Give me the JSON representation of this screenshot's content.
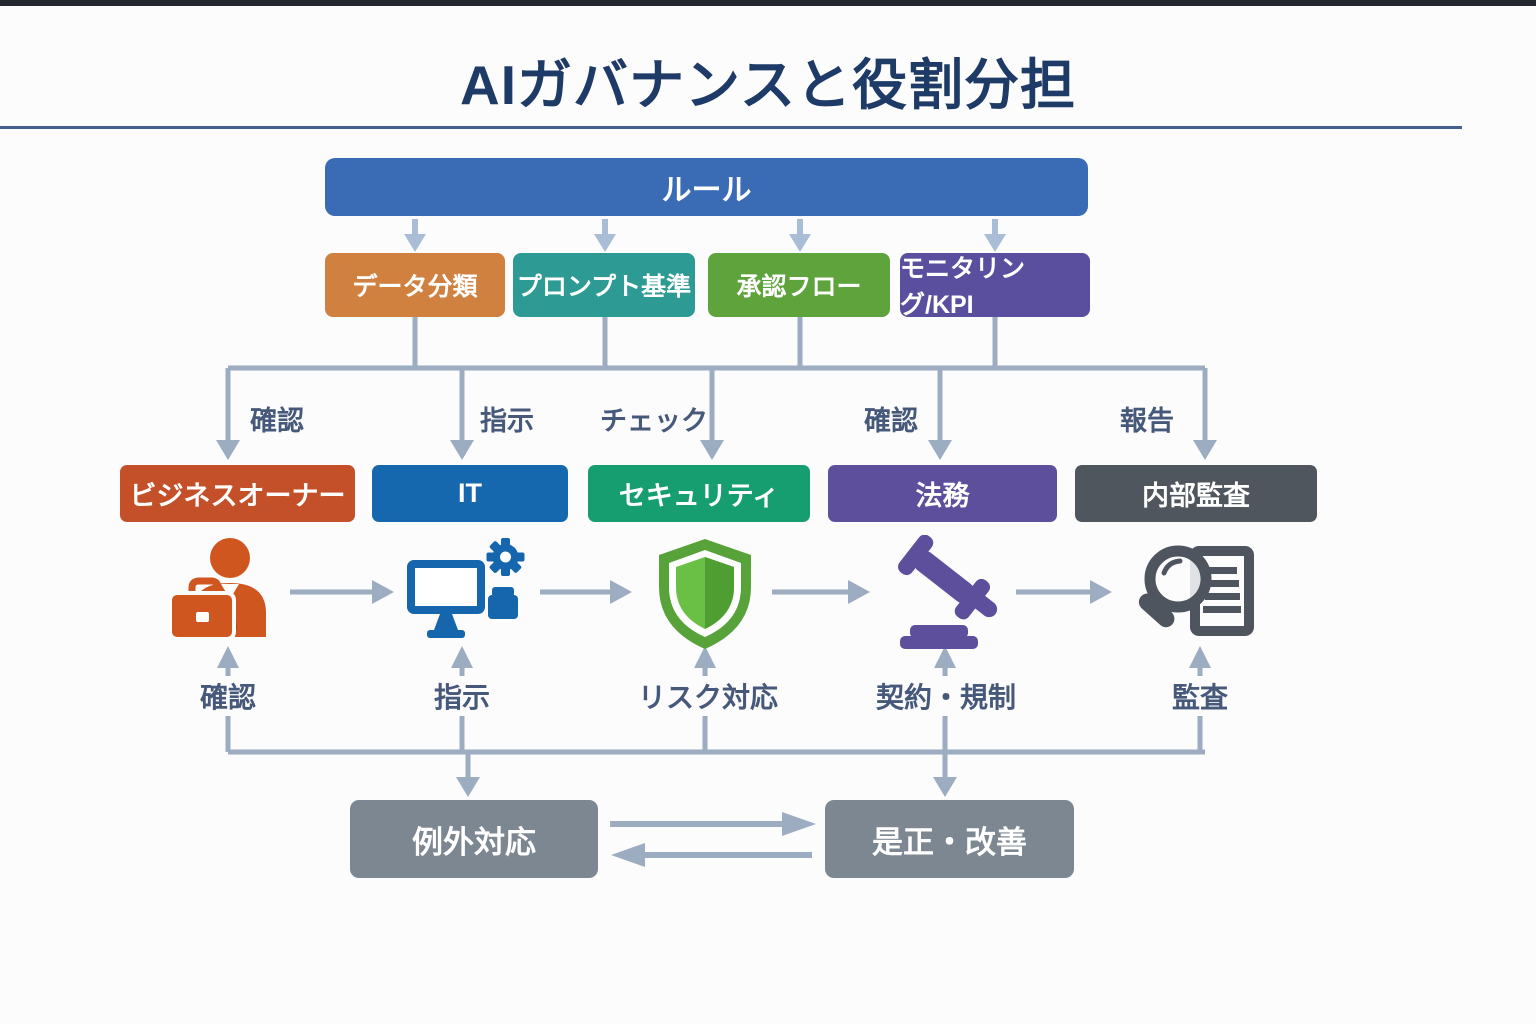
{
  "title": "AIガバナンスと役割分担",
  "rule_bar": {
    "label": "ルール"
  },
  "policies": [
    {
      "label": "データ分類",
      "color": "#d0803f"
    },
    {
      "label": "プロンプト基準",
      "color": "#2d9b94"
    },
    {
      "label": "承認フロー",
      "color": "#5fa33c"
    },
    {
      "label": "モニタリング/KPI",
      "color": "#5a4f9e"
    }
  ],
  "top_flow_labels": [
    "確認",
    "指示",
    "チェック",
    "確認",
    "報告"
  ],
  "roles": [
    {
      "label": "ビジネスオーナー",
      "color": "#c4502a",
      "icon": "businessman-icon",
      "action": "確認"
    },
    {
      "label": "IT",
      "color": "#1668ae",
      "icon": "computer-gear-icon",
      "action": "指示"
    },
    {
      "label": "セキュリティ",
      "color": "#179e70",
      "icon": "shield-icon",
      "action": "リスク対応"
    },
    {
      "label": "法務",
      "color": "#5d4f9b",
      "icon": "gavel-icon",
      "action": "契約・規制"
    },
    {
      "label": "内部監査",
      "color": "#4f565e",
      "icon": "magnifier-document-icon",
      "action": "監査"
    }
  ],
  "bottom_boxes": [
    {
      "label": "例外対応",
      "color": "#7d8791"
    },
    {
      "label": "是正・改善",
      "color": "#7d8791"
    }
  ],
  "colors": {
    "title_text": "#1e3a66",
    "title_rule": "#44618f",
    "connector": "#9cadc2",
    "flow_label_text": "#47597a",
    "rule_bar": "#3a6cb5"
  }
}
